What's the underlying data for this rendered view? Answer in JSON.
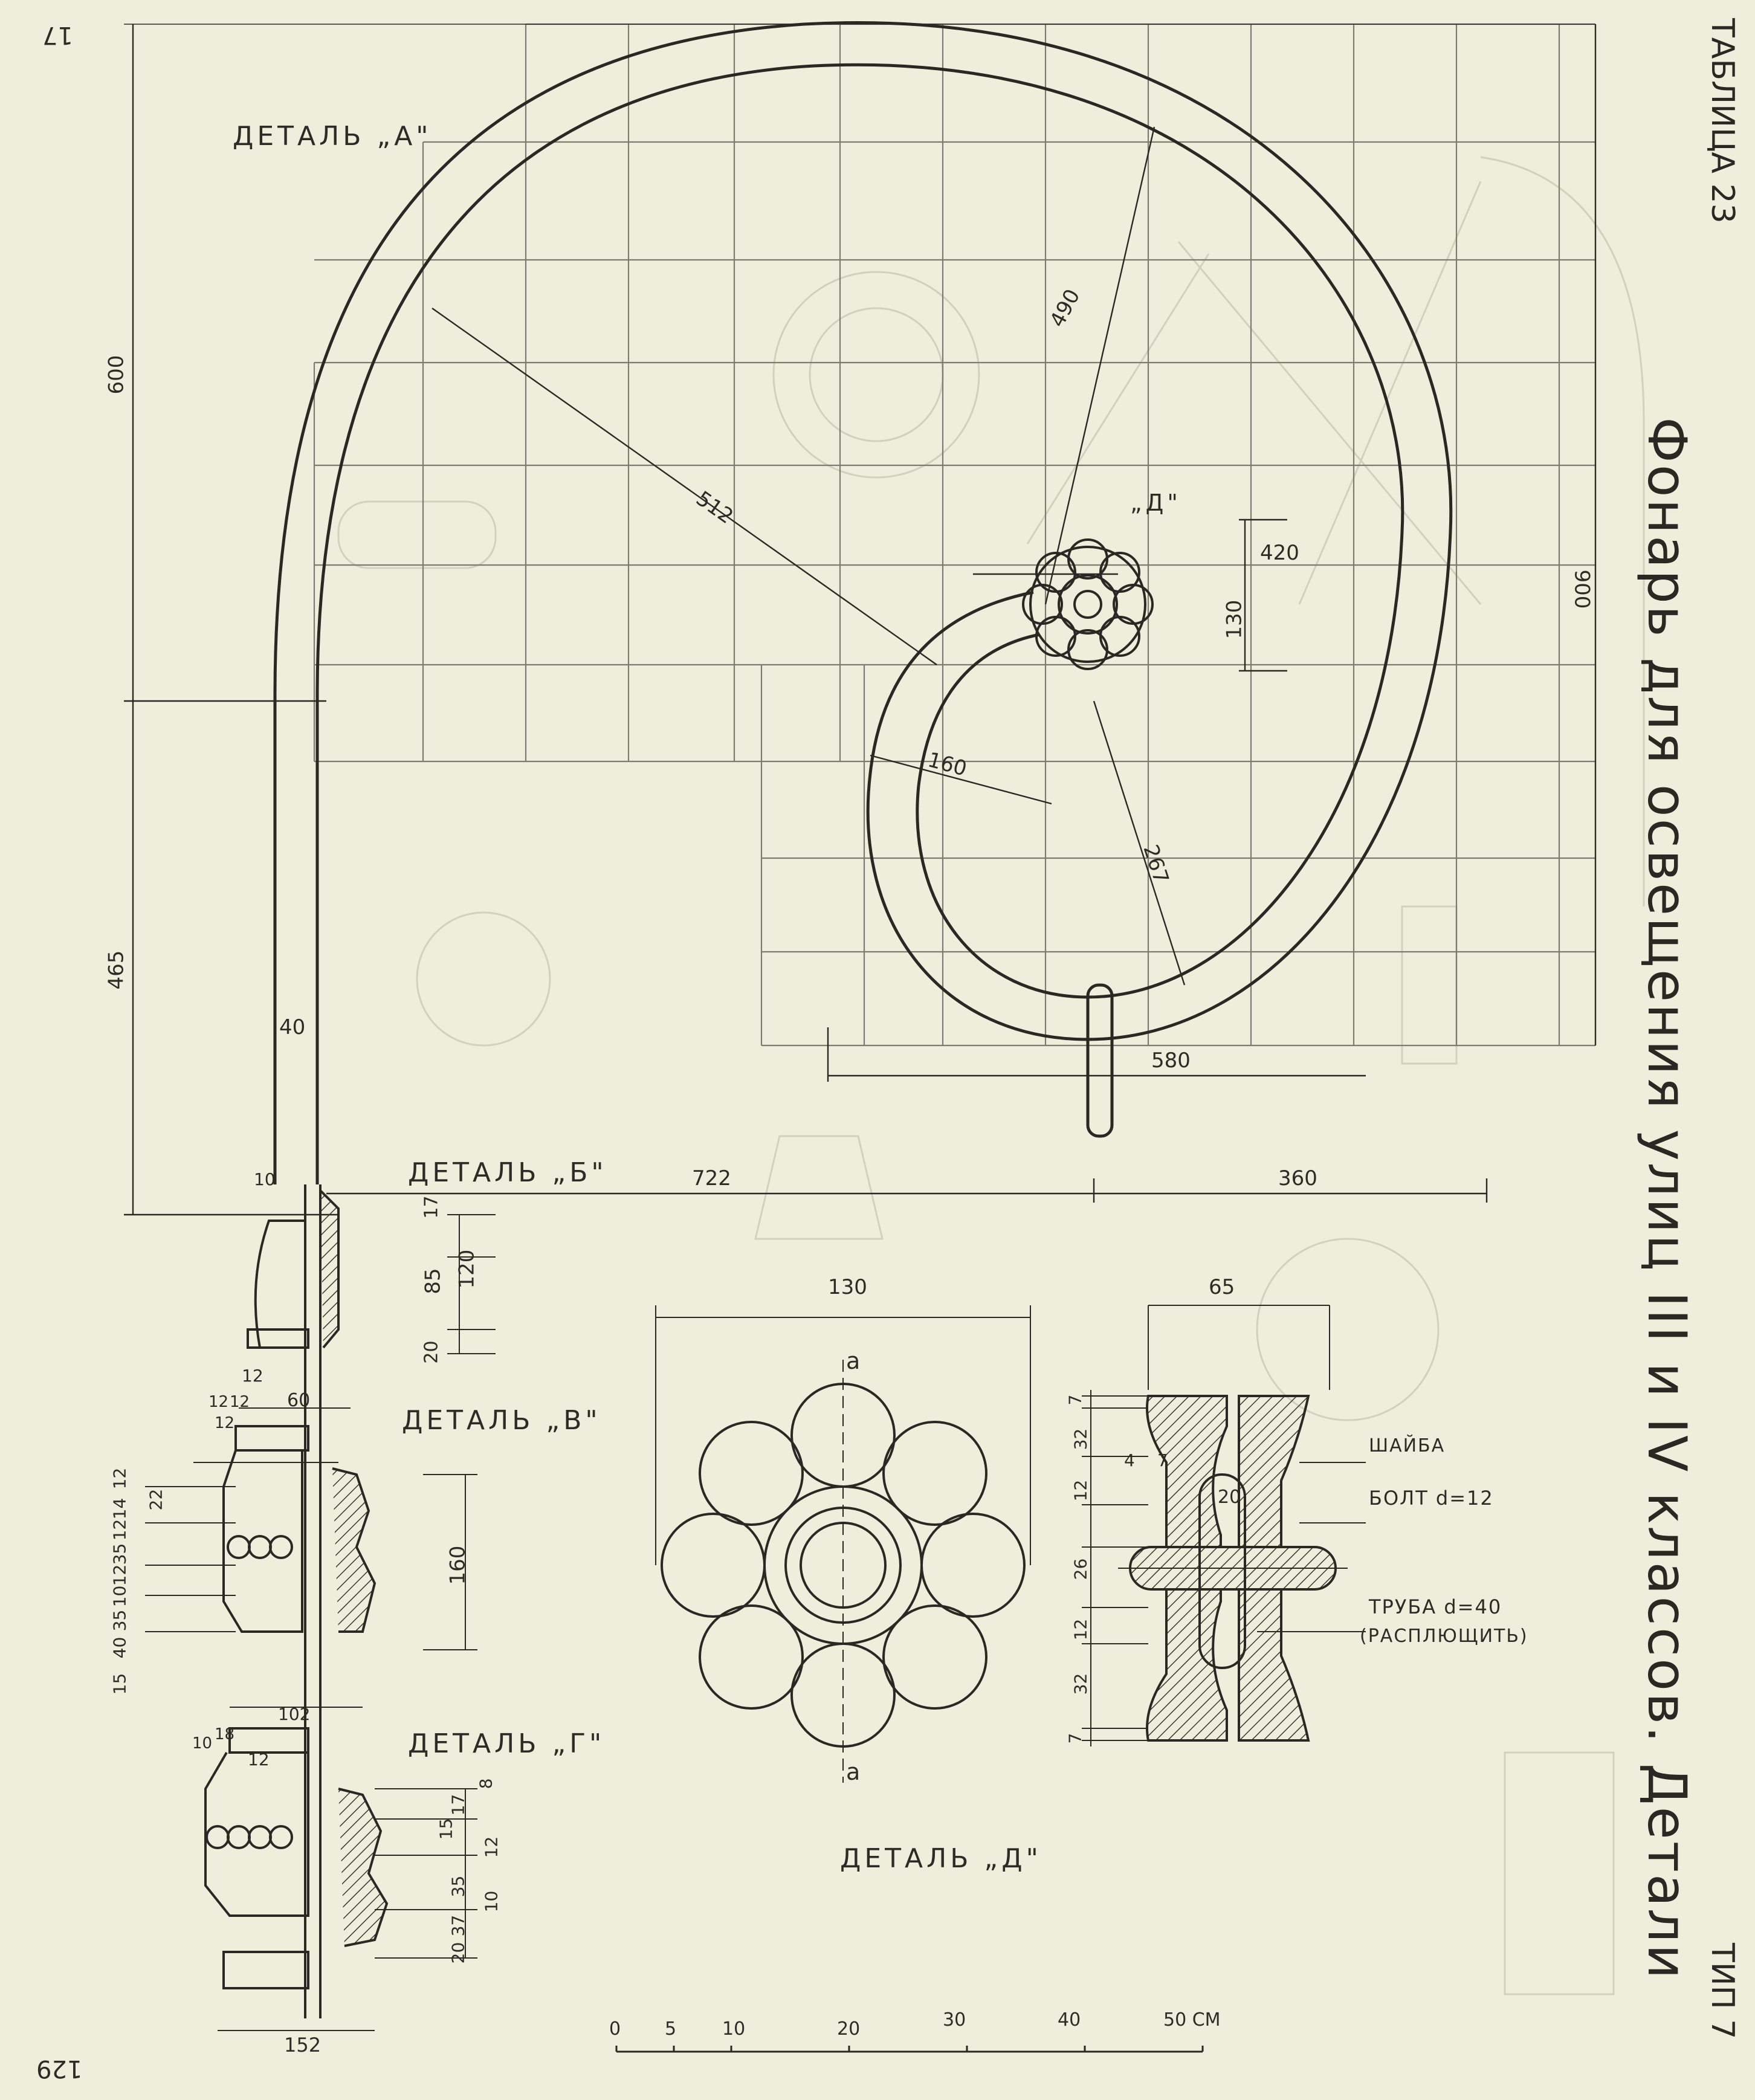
{
  "sheet": {
    "table_label": "ТАБЛИЦА 23",
    "main_title": "Фонарь для освещения улиц III и IV классов. Детали",
    "type_label": "ТИП 7",
    "page_top": "17",
    "page_bottom": "129"
  },
  "details": {
    "a": "ДЕТАЛЬ „А\"",
    "b": "ДЕТАЛЬ „Б\"",
    "v": "ДЕТАЛЬ „В\"",
    "g": "ДЕТАЛЬ „Г\"",
    "d": "ДЕТАЛЬ „Д\"",
    "d_short": "„Д\""
  },
  "dims_main": {
    "d600": "600",
    "d465": "465",
    "d40": "40",
    "d10": "10",
    "d722": "722",
    "d360": "360",
    "d580": "580",
    "d900": "900",
    "d490": "490",
    "d512": "512",
    "d420": "420",
    "d130": "130",
    "d160": "160",
    "d267": "267"
  },
  "dims_b": {
    "d17": "17",
    "d85": "85",
    "d120": "120",
    "d20": "20",
    "d12": "12",
    "d60": "60"
  },
  "dims_v": {
    "d12a": "12",
    "d12b": "12",
    "d12c": "12",
    "d12": "12",
    "d14": "14",
    "d12d": "12",
    "d35": "35",
    "d12e": "12",
    "d10": "10",
    "d35b": "35",
    "d40": "40",
    "d15": "15",
    "d22": "22",
    "d160": "160"
  },
  "dims_g": {
    "d102": "102",
    "d10": "10",
    "d18": "18",
    "d12": "12",
    "d8": "8",
    "d17": "17",
    "d15": "15",
    "d12b": "12",
    "d35": "35",
    "d10b": "10",
    "d37": "37",
    "d20": "20",
    "d152": "152"
  },
  "dims_d": {
    "d130": "130",
    "d65": "65",
    "a_top": "a",
    "a_bottom": "a",
    "d7": "7",
    "d32": "32",
    "d4": "4",
    "d7b": "7",
    "d20": "20",
    "d12": "12",
    "d26": "26",
    "d12b": "12",
    "d32b": "32",
    "d7c": "7"
  },
  "callouts": {
    "washer": "ШАЙБА",
    "bolt": "БОЛТ d=12",
    "pipe": "ТРУБА d=40",
    "pipe_note": "(РАСПЛЮЩИТЬ)"
  },
  "scale": {
    "ticks": [
      "0",
      "5",
      "10",
      "20",
      "30",
      "40"
    ],
    "end_label": "50 СМ"
  },
  "colors": {
    "paper": "#efeedd",
    "ink": "#2b2824",
    "grid": "#7f7a70",
    "ghost": "#c9c6b4"
  }
}
